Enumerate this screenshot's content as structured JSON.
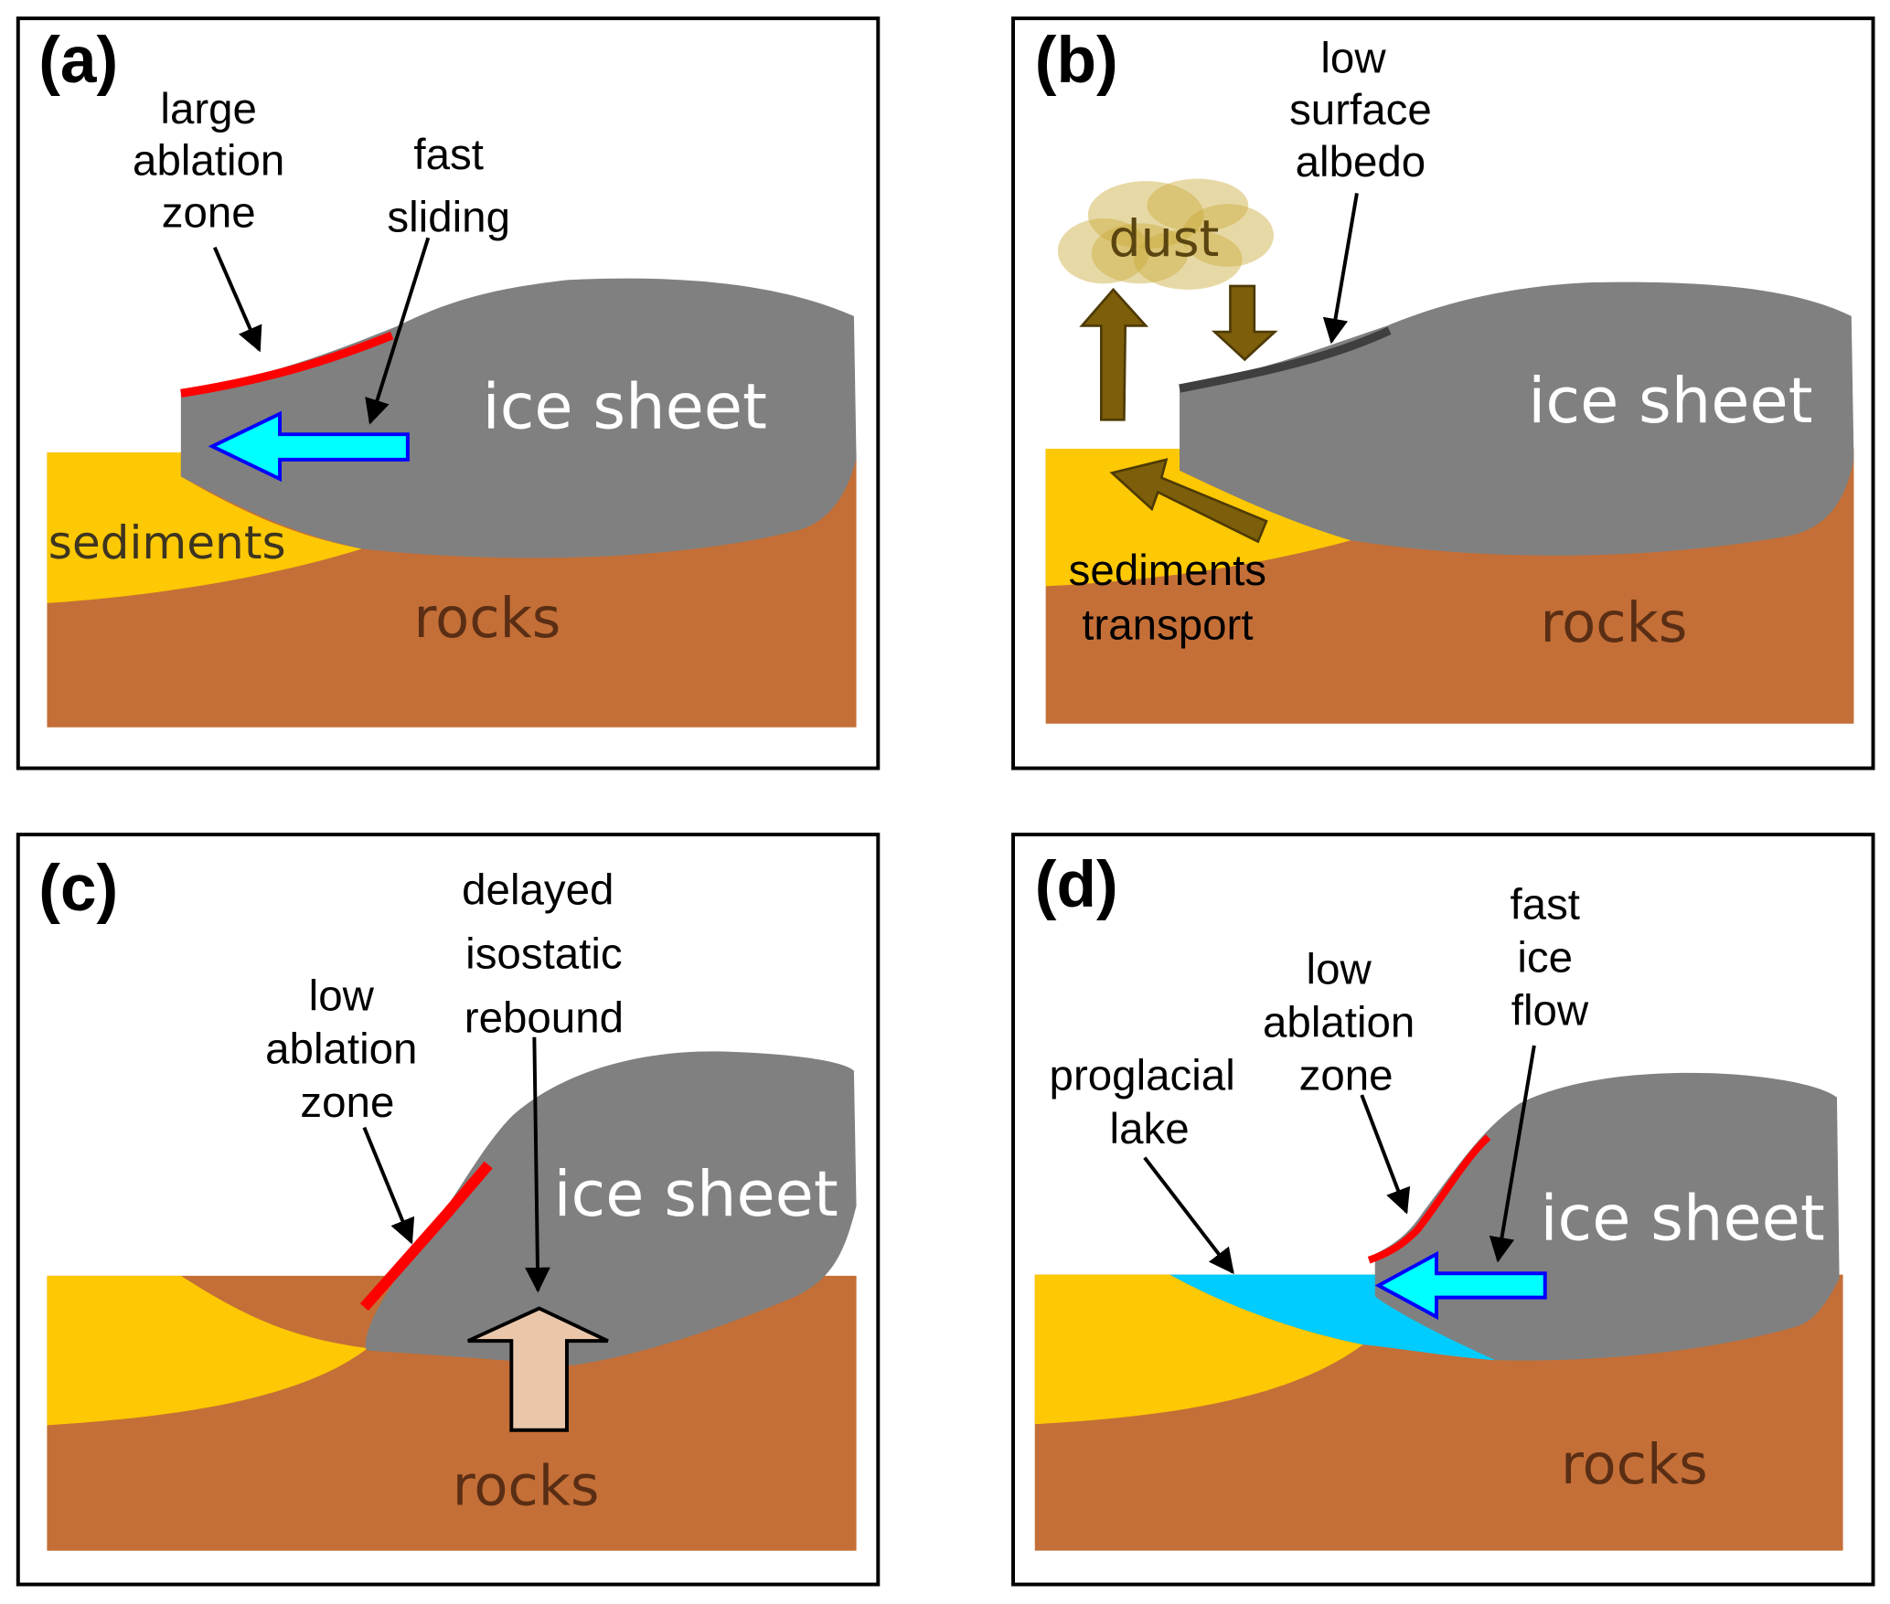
{
  "colors": {
    "ice": "#808080",
    "rocks": "#c46f37",
    "sediments": "#fdc804",
    "ablation_line": "#ff0000",
    "flow_arrow_fill": "#00ffff",
    "flow_arrow_stroke": "#0000ff",
    "lake": "#00ccff",
    "dust_arrow": "#7d5e0a",
    "rebound_arrow": "#eac7ab",
    "albedo_line": "#3f3f3f"
  },
  "panels": {
    "a": {
      "tag": "(a)",
      "label_ablation": [
        "large",
        "ablation",
        "zone"
      ],
      "label_sliding": [
        "fast",
        "sliding"
      ],
      "ice": "ice sheet",
      "sediments": "sediments",
      "rocks": "rocks"
    },
    "b": {
      "tag": "(b)",
      "label_albedo": [
        "low",
        "surface",
        "albedo"
      ],
      "dust": "dust",
      "label_transport": [
        "sediments",
        "transport"
      ],
      "ice": "ice sheet",
      "rocks": "rocks"
    },
    "c": {
      "tag": "(c)",
      "label_ablation": [
        "low",
        "ablation",
        "zone"
      ],
      "label_rebound": [
        "delayed",
        "isostatic",
        "rebound"
      ],
      "ice": "ice sheet",
      "rocks": "rocks"
    },
    "d": {
      "tag": "(d)",
      "label_lake": [
        "proglacial",
        "lake"
      ],
      "label_ablation": [
        "low",
        "ablation",
        "zone"
      ],
      "label_flow": [
        "fast",
        "ice",
        "flow"
      ],
      "ice": "ice sheet",
      "rocks": "rocks"
    }
  }
}
